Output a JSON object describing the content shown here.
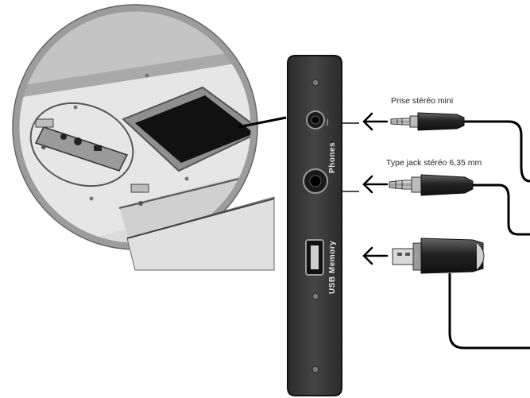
{
  "labels": {
    "mini_jack": "Prise stéréo mini",
    "jack_635": "Type jack stéréo 6,35 mm"
  },
  "panel": {
    "phones": "Phones",
    "usb": "USB Memory"
  },
  "icons": {
    "arrow": "left-arrow-icon",
    "mini_plug": "mini-jack-plug-icon",
    "jack_plug": "jack-plug-icon",
    "usb_stick": "usb-stick-icon"
  },
  "colors": {
    "panel": "#3b3b3b",
    "ink": "#111111",
    "plate": "#d4d4d4"
  }
}
